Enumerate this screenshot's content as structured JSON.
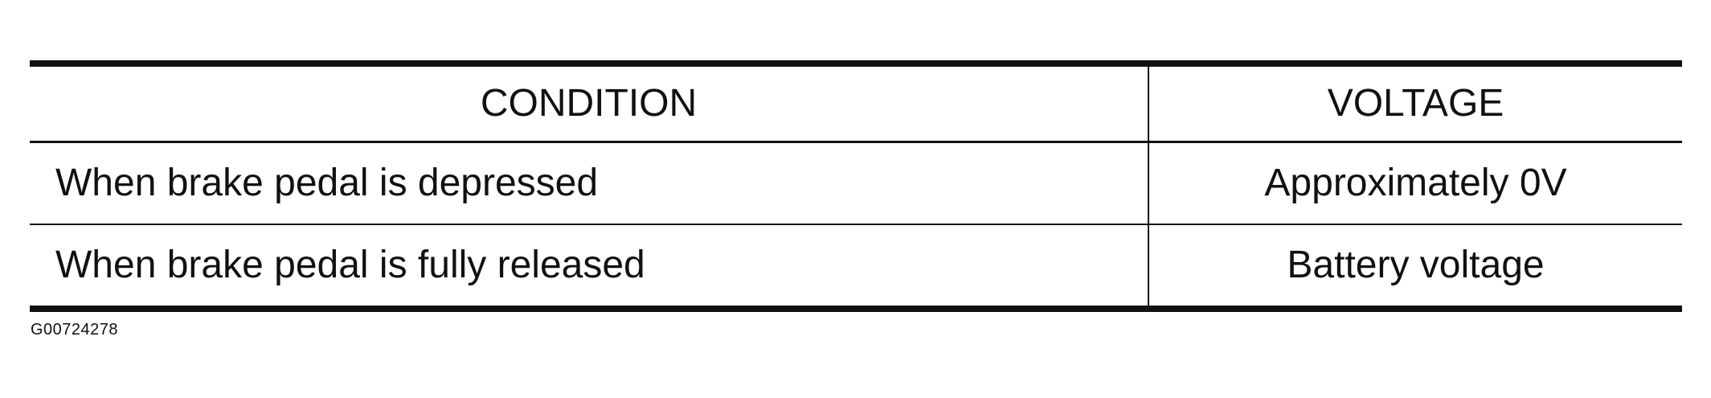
{
  "table": {
    "headers": {
      "condition": "CONDITION",
      "voltage": "VOLTAGE"
    },
    "rows": [
      {
        "condition": "When brake pedal is depressed",
        "voltage": "Approximately 0V"
      },
      {
        "condition": "When brake pedal is fully released",
        "voltage": "Battery voltage"
      }
    ]
  },
  "figure_id": "G00724278"
}
